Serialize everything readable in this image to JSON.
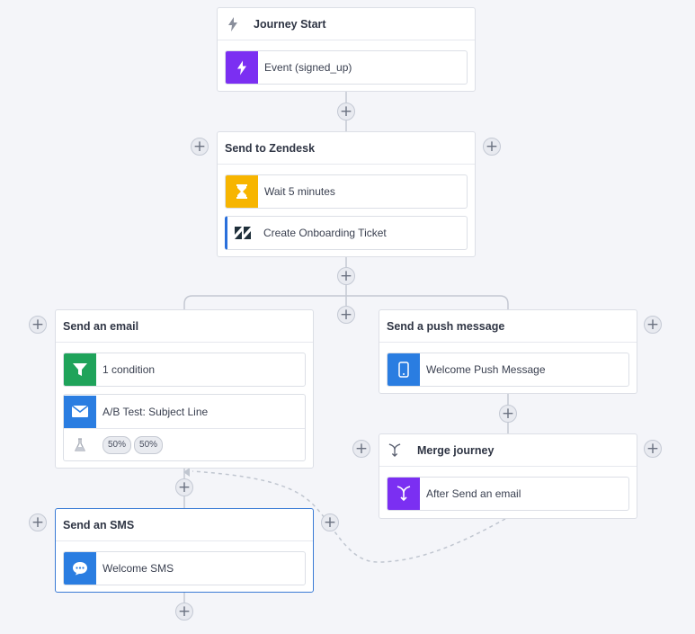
{
  "colors": {
    "purple": "#7b2ff2",
    "yellow": "#f7b500",
    "green": "#1fa35a",
    "blue": "#2a7de1",
    "selected_border": "#3a7bd5",
    "connector": "#c4c8d2",
    "dashed_path": "#c0c6d0"
  },
  "journey_start": {
    "title": "Journey Start",
    "icon": "lightning-icon",
    "steps": [
      {
        "label": "Event (signed_up)",
        "icon": "lightning-icon"
      }
    ]
  },
  "zendesk": {
    "title": "Send to Zendesk",
    "steps": [
      {
        "label": "Wait 5 minutes",
        "icon": "hourglass-icon"
      },
      {
        "label": "Create Onboarding Ticket",
        "icon": "zendesk-logo-icon"
      }
    ]
  },
  "email": {
    "title": "Send an email",
    "steps": [
      {
        "label": "1 condition",
        "icon": "filter-icon"
      },
      {
        "label": "A/B Test: Subject Line",
        "icon": "envelope-icon"
      }
    ],
    "ab_split": [
      "50%",
      "50%"
    ]
  },
  "push": {
    "title": "Send a push message",
    "steps": [
      {
        "label": "Welcome Push Message",
        "icon": "mobile-phone-icon"
      }
    ]
  },
  "merge": {
    "title": "Merge journey",
    "icon": "merge-icon",
    "steps": [
      {
        "label": "After Send an email",
        "icon": "merge-icon"
      }
    ]
  },
  "sms": {
    "title": "Send an SMS",
    "steps": [
      {
        "label": "Welcome SMS",
        "icon": "chat-bubble-icon"
      }
    ]
  },
  "add_button_symbol": "+"
}
